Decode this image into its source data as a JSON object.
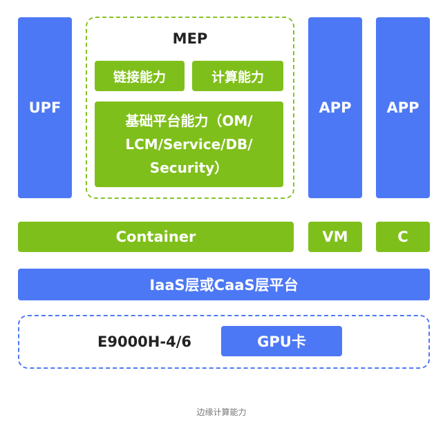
{
  "diagram": {
    "upf": "UPF",
    "mep": {
      "title": "MEP",
      "link_capability": "链接能力",
      "compute_capability": "计算能力",
      "base_capability": {
        "line1": "基础平台能力（OM/",
        "line2": "LCM/Service/DB/",
        "line3": "Security）"
      }
    },
    "app_1": "APP",
    "app_2": "APP",
    "container": "Container",
    "vm": "VM",
    "c": "C",
    "iaas_platform": "IaaS层或CaaS层平台",
    "hardware": {
      "server": "E9000H-4/6",
      "gpu": "GPU卡"
    },
    "caption": "边缘计算能力"
  },
  "colors": {
    "blue": "#4d78f5",
    "green": "#7fbf1b",
    "mep_border": "#84c226",
    "hardware_border": "#4d78f5"
  }
}
